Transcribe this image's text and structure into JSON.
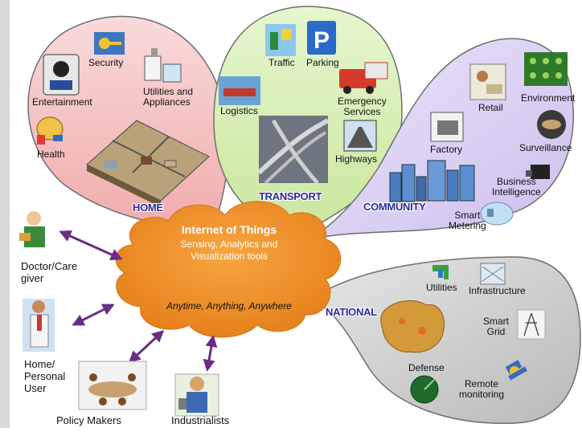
{
  "center": {
    "title": "Internet of Things",
    "subtitle": "Sensing, Analytics and\nVisualization tools",
    "tagline": "Anytime, Anything, Anywhere"
  },
  "bubbles": {
    "home": {
      "name": "HOME",
      "color": "#f7c9c9",
      "items": {
        "security": "Security",
        "entertainment": "Entertainment",
        "utilities": "Utilities and\nAppliances",
        "health": "Health"
      }
    },
    "transport": {
      "name": "TRANSPORT",
      "color": "#d7efb6",
      "items": {
        "traffic": "Traffic",
        "parking": "Parking",
        "logistics": "Logistics",
        "emergency": "Emergency\nServices",
        "highways": "Highways"
      }
    },
    "community": {
      "name": "COMMUNITY",
      "color": "#dcd3f2",
      "items": {
        "retail": "Retail",
        "environment": "Environment",
        "factory": "Factory",
        "surveillance": "Surveillance",
        "business": "Business\nIntelligence",
        "metering": "Smart\nMetering"
      }
    },
    "national": {
      "name": "NATIONAL",
      "color": "#d9d9d9",
      "items": {
        "utilities": "Utilities",
        "infrastructure": "Infrastructure",
        "grid": "Smart\nGrid",
        "defense": "Defense",
        "remote": "Remote\nmonitoring"
      }
    }
  },
  "people": {
    "doctor": "Doctor/Care\ngiver",
    "home_user": "Home/\nPersonal\nUser",
    "policy": "Policy Makers",
    "industrialists": "Industrialists"
  },
  "icons": {
    "parking_letter": "P"
  },
  "colors": {
    "cloud": "#f0902a",
    "arrow": "#6b2b86",
    "category_text": "#2a2a9a"
  }
}
